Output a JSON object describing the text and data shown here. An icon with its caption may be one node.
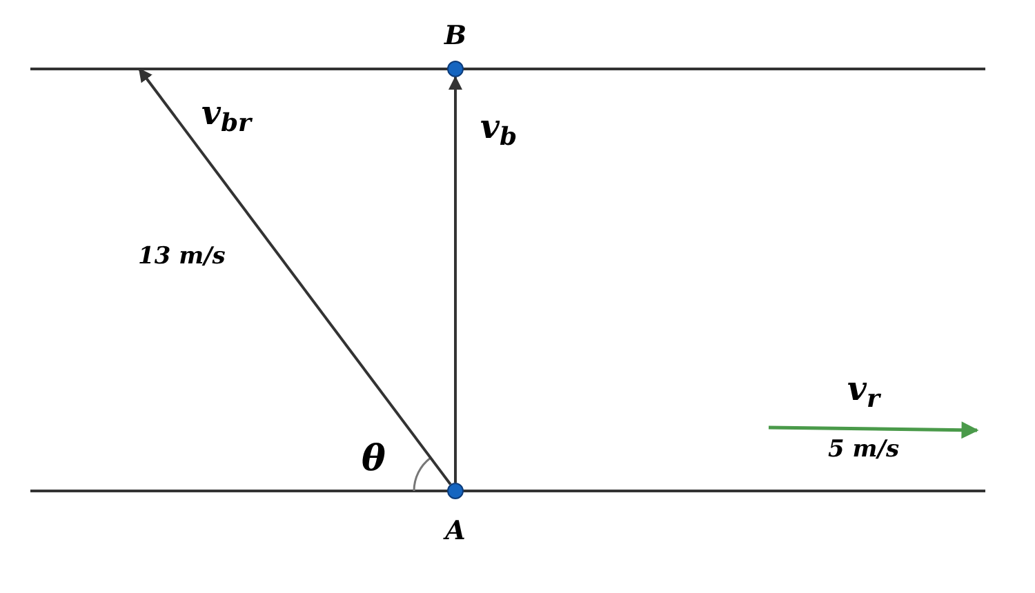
{
  "diagram": {
    "nodes": [
      {
        "text": [
          "A"
        ]
      },
      {
        "text": [
          "B"
        ]
      }
    ],
    "edges": [
      {
        "from": 0,
        "to": 1,
        "arrow": "to",
        "label": "v$_{b}$"
      },
      {
        "from": 0,
        "to": null,
        "arrow": "to",
        "label": "v$_{br}$"
      }
    ],
    "labels": [
      "13 m/s",
      "θ",
      "v$_{r}$",
      "5 m/s"
    ]
  }
}
